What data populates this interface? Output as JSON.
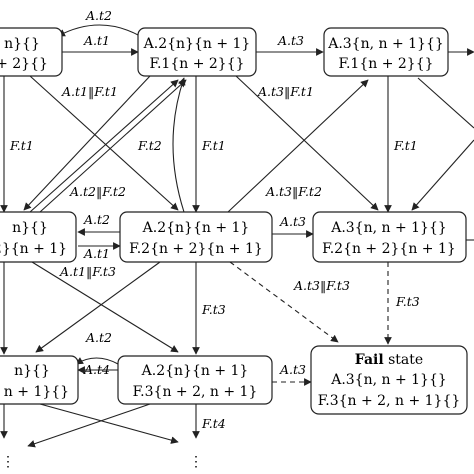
{
  "nodes": {
    "r0c0": {
      "line1": "n}{}",
      "line2": "+ 2}{}"
    },
    "r0c1": {
      "line1": "A.2{n}{n + 1}",
      "line2": "F.1{n + 2}{}"
    },
    "r0c2": {
      "line1": "A.3{n, n + 1}{}",
      "line2": "F.1{n + 2}{}"
    },
    "r1c0": {
      "line1": "n}{}",
      "line2": "2}{n + 1}"
    },
    "r1c1": {
      "line1": "A.2{n}{n + 1}",
      "line2": "F.2{n + 2}{n + 1}"
    },
    "r1c2": {
      "line1": "A.3{n, n + 1}{}",
      "line2": "F.2{n + 2}{n + 1}"
    },
    "r2c0": {
      "line1": "n}{}",
      "line2": ", n + 1}{}"
    },
    "r2c1": {
      "line1": "A.2{n}{n + 1}",
      "line2": "F.3{n + 2, n + 1}"
    },
    "fail": {
      "title_bold": "Fail",
      "title_rest": " state",
      "line1": "A.3{n, n + 1}{}",
      "line2": "F.3{n + 2, n + 1}{}"
    }
  },
  "edge_labels": {
    "top_t2": "A.t2",
    "top_t1": "A.t1",
    "top_t3": "A.t3",
    "r0_c0_par": "A.t1‖F.t1",
    "r0_c2_par": "A.t3‖F.t1",
    "ft1_left": "F.t1",
    "ft2_mid": "F.t2",
    "ft1_mid": "F.t1",
    "ft1_right": "F.t1",
    "r1_t2_par": "A.t2‖F.t2",
    "r1_t3_par": "A.t3‖F.t2",
    "r1_at2": "A.t2",
    "r1_at1": "A.t1",
    "r1_at3": "A.t3",
    "r1_t1_ft3": "A.t1‖F.t3",
    "ft3_mid": "F.t3",
    "dash_t3_ft3": "A.t3‖F.t3",
    "ft3_right": "F.t3",
    "r2_at2": "A.t2",
    "r2_at4": "A.t4",
    "r2_at3": "A.t3",
    "ft4": "F.t4"
  },
  "ellipsis": "⋮"
}
